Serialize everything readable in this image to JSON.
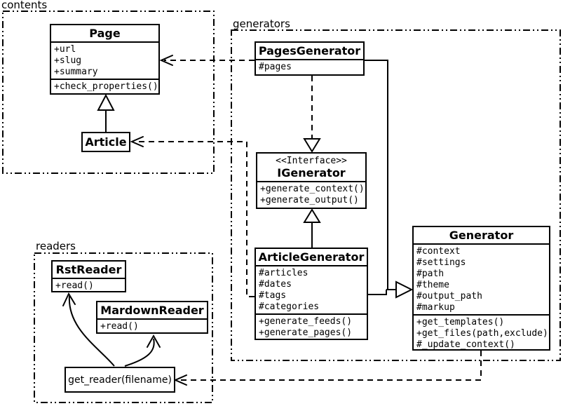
{
  "diagram": {
    "title": "UML class diagram",
    "colors": {
      "line": "#000000",
      "background": "#ffffff",
      "box_fill": "#ffffff"
    },
    "packages": {
      "contents": {
        "label": "contents"
      },
      "generators": {
        "label": "generators"
      },
      "readers": {
        "label": "readers"
      }
    },
    "classes": {
      "page": {
        "title": "Page",
        "attrs": [
          "+url",
          "+slug",
          "+summary"
        ],
        "methods": [
          "+check_properties()"
        ]
      },
      "article": {
        "title": "Article"
      },
      "pages_generator": {
        "title": "PagesGenerator",
        "attrs": [
          "#pages"
        ]
      },
      "igenerator": {
        "stereotype": "<<Interface>>",
        "title": "IGenerator",
        "methods": [
          "+generate_context()",
          "+generate_output()"
        ]
      },
      "article_generator": {
        "title": "ArticleGenerator",
        "attrs": [
          "#articles",
          "#dates",
          "#tags",
          "#categories"
        ],
        "methods": [
          "+generate_feeds()",
          "+generate_pages()"
        ]
      },
      "generator": {
        "title": "Generator",
        "attrs": [
          "#context",
          "#settings",
          "#path",
          "#theme",
          "#output_path",
          "#markup"
        ],
        "methods": [
          "+get_templates()",
          "+get_files(path,exclude)",
          "#_update_context()"
        ]
      },
      "rst_reader": {
        "title": "RstReader",
        "methods": [
          "+read()"
        ]
      },
      "mardown_reader": {
        "title": "MardownReader",
        "methods": [
          "+read()"
        ]
      },
      "get_reader": {
        "label": "get_reader(filename)"
      }
    }
  }
}
